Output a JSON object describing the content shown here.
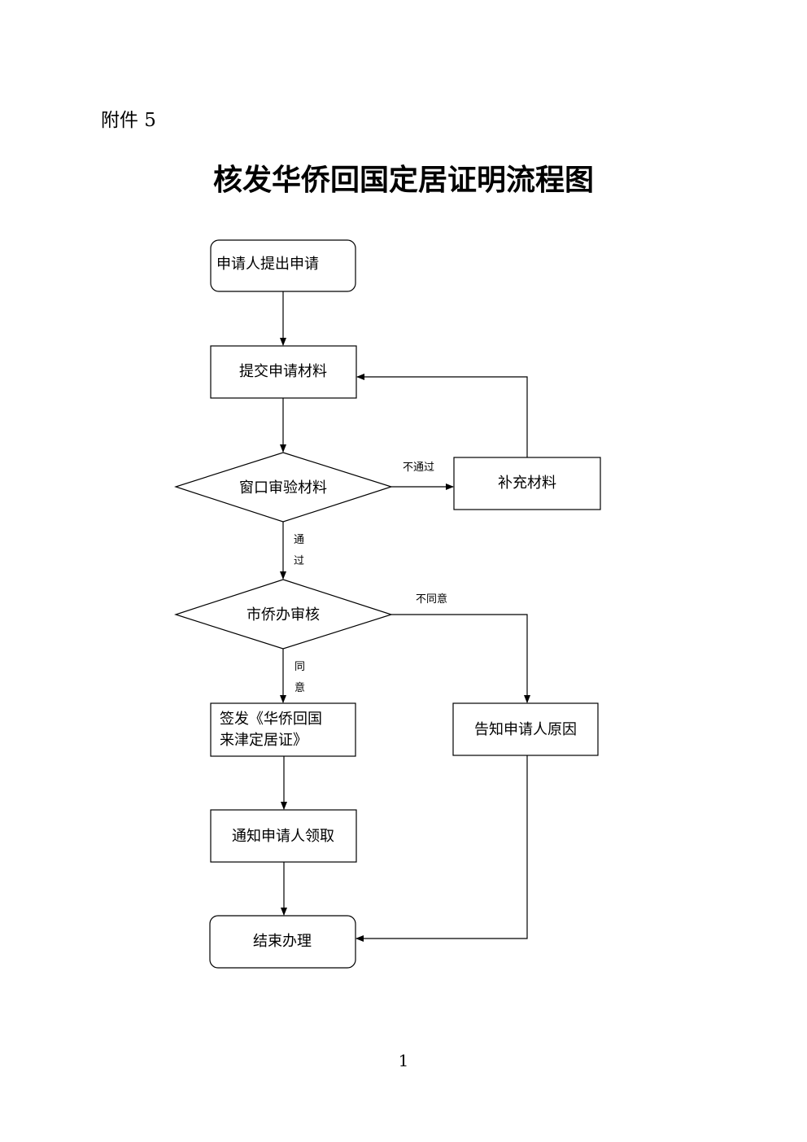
{
  "header": {
    "attachment": "附件 5",
    "title": "核发华侨回国定居证明流程图"
  },
  "nodes": {
    "apply": "申请人提出申请",
    "submit": "提交申请材料",
    "window_review": "窗口审验材料",
    "supplement": "补充材料",
    "city_review": "市侨办审核",
    "issue_line1": "签发《华侨回国",
    "issue_line2": "来津定居证》",
    "notify_reason": "告知申请人原因",
    "notify_collect": "通知申请人领取",
    "end": "结束办理"
  },
  "edges": {
    "not_pass": "不通过",
    "pass_1": "通",
    "pass_2": "过",
    "disagree": "不同意",
    "agree_1": "同",
    "agree_2": "意"
  },
  "footer": {
    "page_number": "1"
  }
}
